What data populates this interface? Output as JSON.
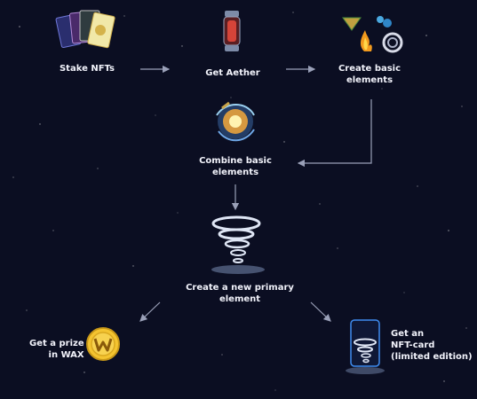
{
  "steps": {
    "stake": "Stake NFTs",
    "aether": "Get Aether",
    "create": "Create basic\nelements",
    "combine": "Combine basic\nelements",
    "primary": "Create a new primary\nelement",
    "prize": "Get a prize\nin WAX",
    "nft": "Get an\nNFT-card\n(limited edition)"
  },
  "icons": {
    "stake": "nft-cards-stack-icon",
    "aether": "aether-capsule-icon",
    "create": "basic-elements-icon",
    "combine": "combined-elements-orb-icon",
    "primary": "tornado-icon",
    "prize": "wax-coin-icon",
    "nft": "nft-card-tornado-icon"
  },
  "colors": {
    "background": "#0b0e22",
    "arrow": "#9aa0b8",
    "text": "#f2f3fb",
    "coin": "#f4c430"
  }
}
